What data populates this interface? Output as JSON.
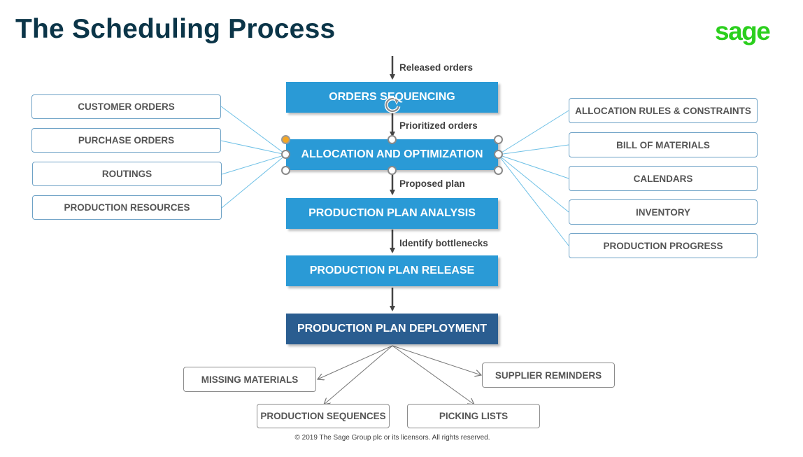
{
  "slide": {
    "title": "The Scheduling Process",
    "logo_text": "sage",
    "footer": "© 2019 The Sage Group plc or its licensors. All rights reserved."
  },
  "steps": [
    "ORDERS SEQUENCING",
    "ALLOCATION AND OPTIMIZATION",
    "PRODUCTION PLAN ANALYSIS",
    "PRODUCTION PLAN RELEASE",
    "PRODUCTION PLAN DEPLOYMENT"
  ],
  "arrow_labels": [
    "Released orders",
    "Prioritized orders",
    "Proposed plan",
    "Identify bottlenecks"
  ],
  "left_inputs": [
    "CUSTOMER ORDERS",
    "PURCHASE ORDERS",
    "ROUTINGS",
    "PRODUCTION RESOURCES"
  ],
  "right_inputs": [
    "ALLOCATION RULES & CONSTRAINTS",
    "BILL OF MATERIALS",
    "CALENDARS",
    "INVENTORY",
    "PRODUCTION PROGRESS"
  ],
  "outputs": [
    "MISSING MATERIALS",
    "SUPPLIER REMINDERS",
    "PRODUCTION SEQUENCES",
    "PICKING LISTS"
  ],
  "colors": {
    "title": "#0b3548",
    "logo": "#2bcf1d",
    "step": "#2a9ad6",
    "step_final": "#2a5d90",
    "input_border": "#6ea2c6",
    "output_border": "#8c8c8c",
    "selection_handle": "#f5a623"
  },
  "icons": [
    "rotate-handle-icon",
    "selection-handle",
    "arrow-down-icon"
  ]
}
